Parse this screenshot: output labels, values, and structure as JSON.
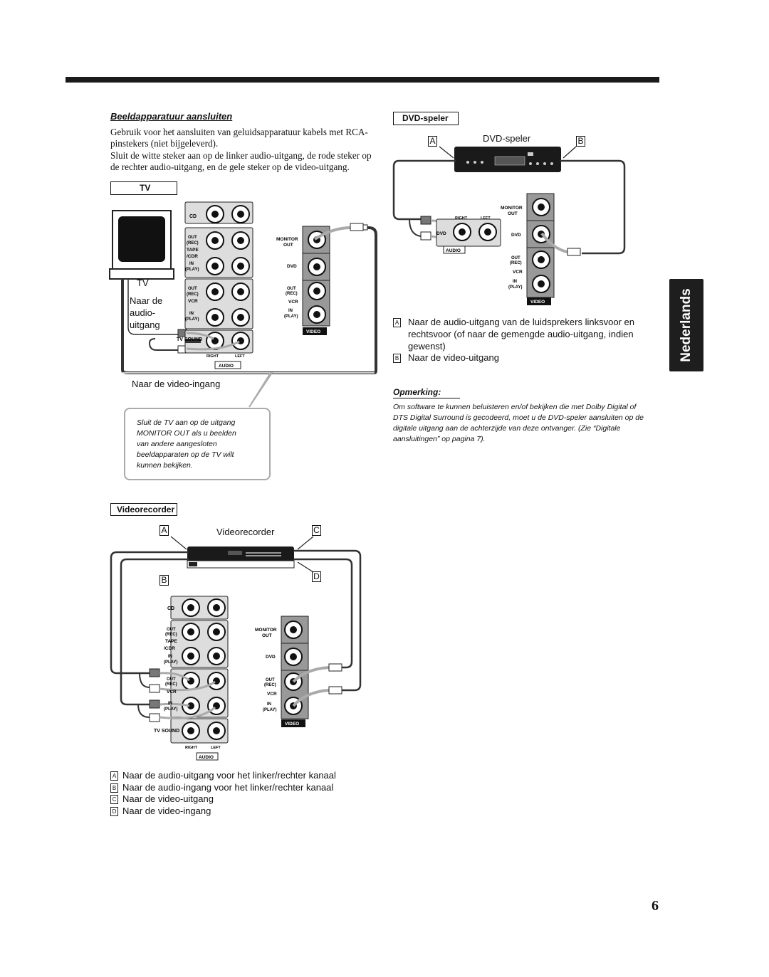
{
  "page_number": "6",
  "side_tab": "Nederlands",
  "section": {
    "title": "Beeldapparatuur aansluiten",
    "para1": "Gebruik voor het aansluiten van geluidsapparatuur kabels met RCA-pinstekers (niet bijgeleverd).",
    "para2": "Sluit de witte steker aan op de linker audio-uitgang, de rode steker op de rechter audio-uitgang, en de gele steker op de video-uitgang."
  },
  "tv": {
    "label": "TV",
    "device_label": "TV",
    "naar_de": "Naar de",
    "audio": "audio-",
    "uitgang": "uitgang",
    "video_ingang": "Naar de video-ingang",
    "callout": [
      "Sluit de TV aan op de uitgang",
      "MONITOR OUT als u beelden",
      "van andere aangesloten",
      "beeldapparaten op de TV wilt",
      "kunnen bekijken."
    ]
  },
  "dvd": {
    "label": "DVD-speler",
    "device_label": "DVD-speler",
    "letter_a": "A",
    "letter_b": "B",
    "legend": [
      {
        "key": "A",
        "text": "Naar de audio-uitgang van de luidsprekers linksvoor en rechtsvoor (of naar de gemengde audio-uitgang, indien gewenst)"
      },
      {
        "key": "B",
        "text": "Naar de video-uitgang"
      }
    ]
  },
  "note": {
    "title": "Opmerking:",
    "text": "Om software te kunnen beluisteren en/of bekijken die met Dolby Digital of DTS Digital Surround is gecodeerd, moet u de DVD-speler aansluiten op de digitale uitgang aan de achterzijde van deze ontvanger. (Zie “Digitale aansluitingen” op pagina 7)."
  },
  "vcr": {
    "label": "Videorecorder",
    "device_label": "Videorecorder",
    "letters": [
      "A",
      "B",
      "C",
      "D"
    ],
    "legend": [
      {
        "key": "A",
        "text": "Naar de audio-uitgang voor het linker/rechter kanaal"
      },
      {
        "key": "B",
        "text": "Naar de audio-ingang voor het linker/rechter kanaal"
      },
      {
        "key": "C",
        "text": "Naar de video-uitgang"
      },
      {
        "key": "D",
        "text": "Naar de video-ingang"
      }
    ]
  },
  "panel": {
    "cd": "CD",
    "out": "OUT",
    "rec": "(REC)",
    "tape": "TAPE",
    "cdr": "/CDR",
    "in": "IN",
    "play": "(PLAY)",
    "vcr": "VCR",
    "tv_sound": "TV SOUND",
    "right": "RIGHT",
    "left": "LEFT",
    "audio": "AUDIO",
    "monitor": "MONITOR",
    "dvd": "DVD",
    "video": "VIDEO"
  }
}
